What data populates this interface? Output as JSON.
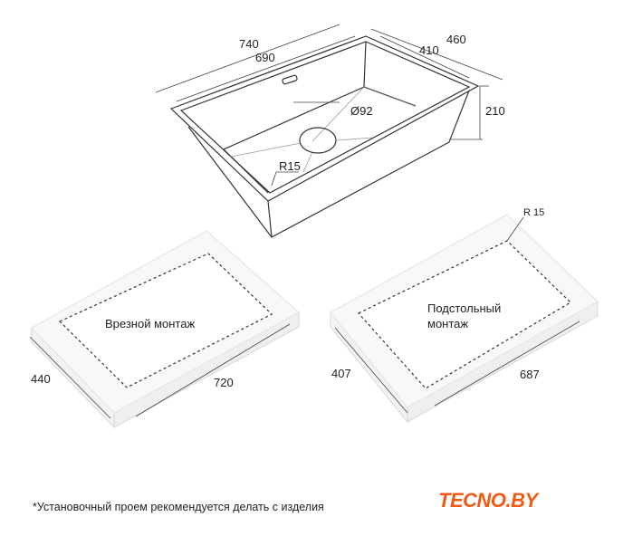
{
  "sink_dimensions": {
    "length_outer": "740",
    "length_inner": "690",
    "width_outer": "460",
    "width_inner": "410",
    "depth": "210",
    "drain_diameter": "Ø92",
    "corner_radius": "R15"
  },
  "flush_mount": {
    "title": "Врезной монтаж",
    "width": "440",
    "length": "720"
  },
  "undermount": {
    "title_line1": "Подстольный",
    "title_line2": "монтаж",
    "corner_radius": "R 15",
    "width": "407",
    "length": "687"
  },
  "footnote": "*Установочный проем рекомендуется делать с изделия",
  "logo": {
    "text": "TECNO.BY",
    "color": "#f05a14"
  }
}
